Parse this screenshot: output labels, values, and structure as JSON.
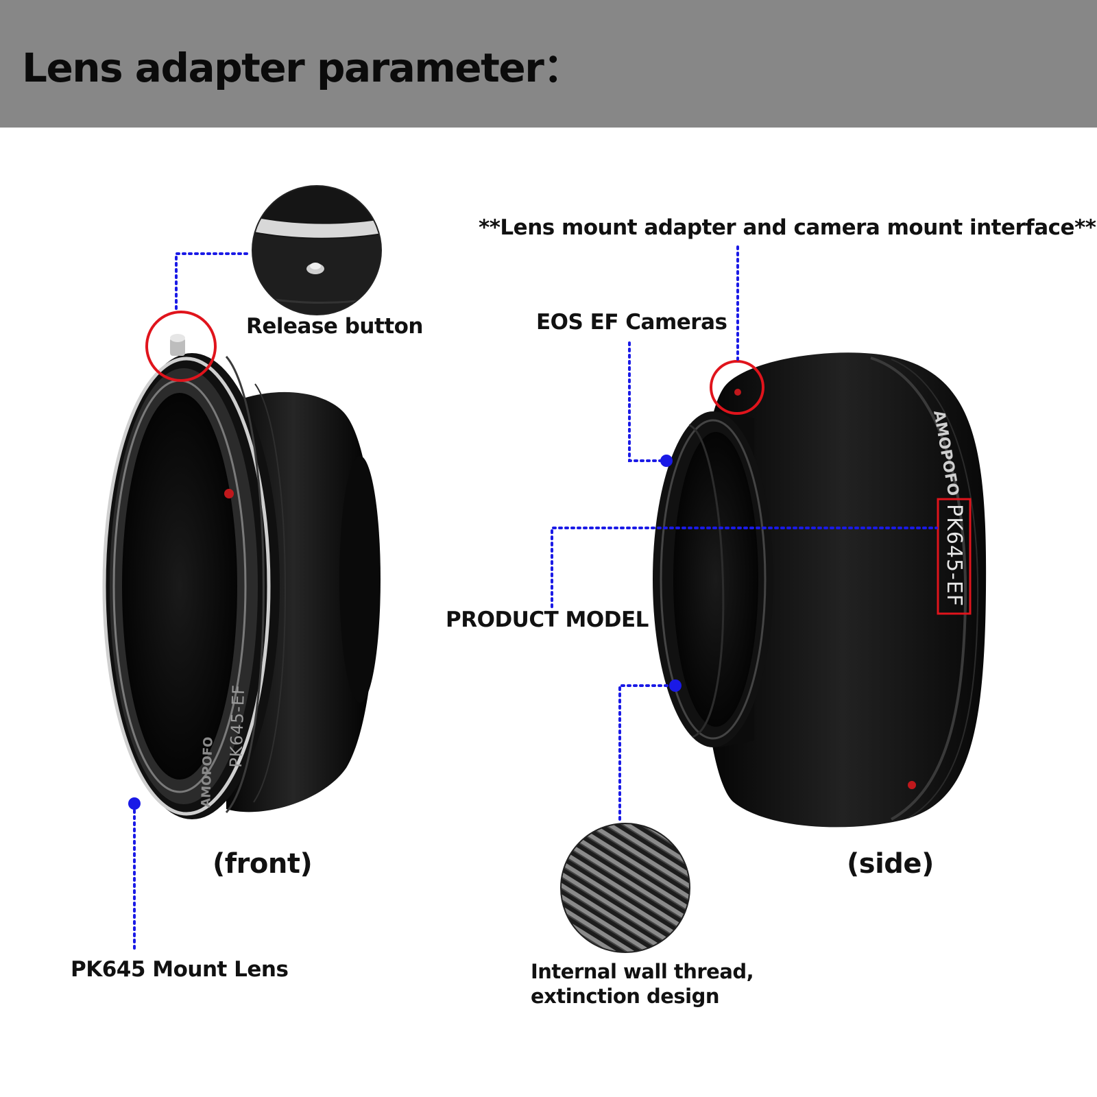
{
  "header": {
    "title": "Lens adapter parameter："
  },
  "annotations": {
    "release_button": "Release button",
    "interface_note": "**Lens mount adapter and camera mount interface**",
    "eos_ef_cameras": "EOS EF Cameras",
    "product_model": "PRODUCT MODEL",
    "pk645_mount_lens": "PK645 Mount Lens",
    "internal_thread_line1": "Internal wall thread,",
    "internal_thread_line2": "extinction design"
  },
  "captions": {
    "front": "(front)",
    "side": "(side)"
  },
  "adapter": {
    "model_engraving": "PK645-EF",
    "brand_logo": "AMOPOFO"
  },
  "colors": {
    "header_bg": "#878787",
    "highlight_red": "#e0141c",
    "leader_blue": "#1a1ae6",
    "adapter_black": "#141414"
  },
  "icons": {
    "release_button_marker": "red-circle-marker",
    "index_dot": "red-index-dot",
    "leader_endpoint": "blue-dot"
  }
}
